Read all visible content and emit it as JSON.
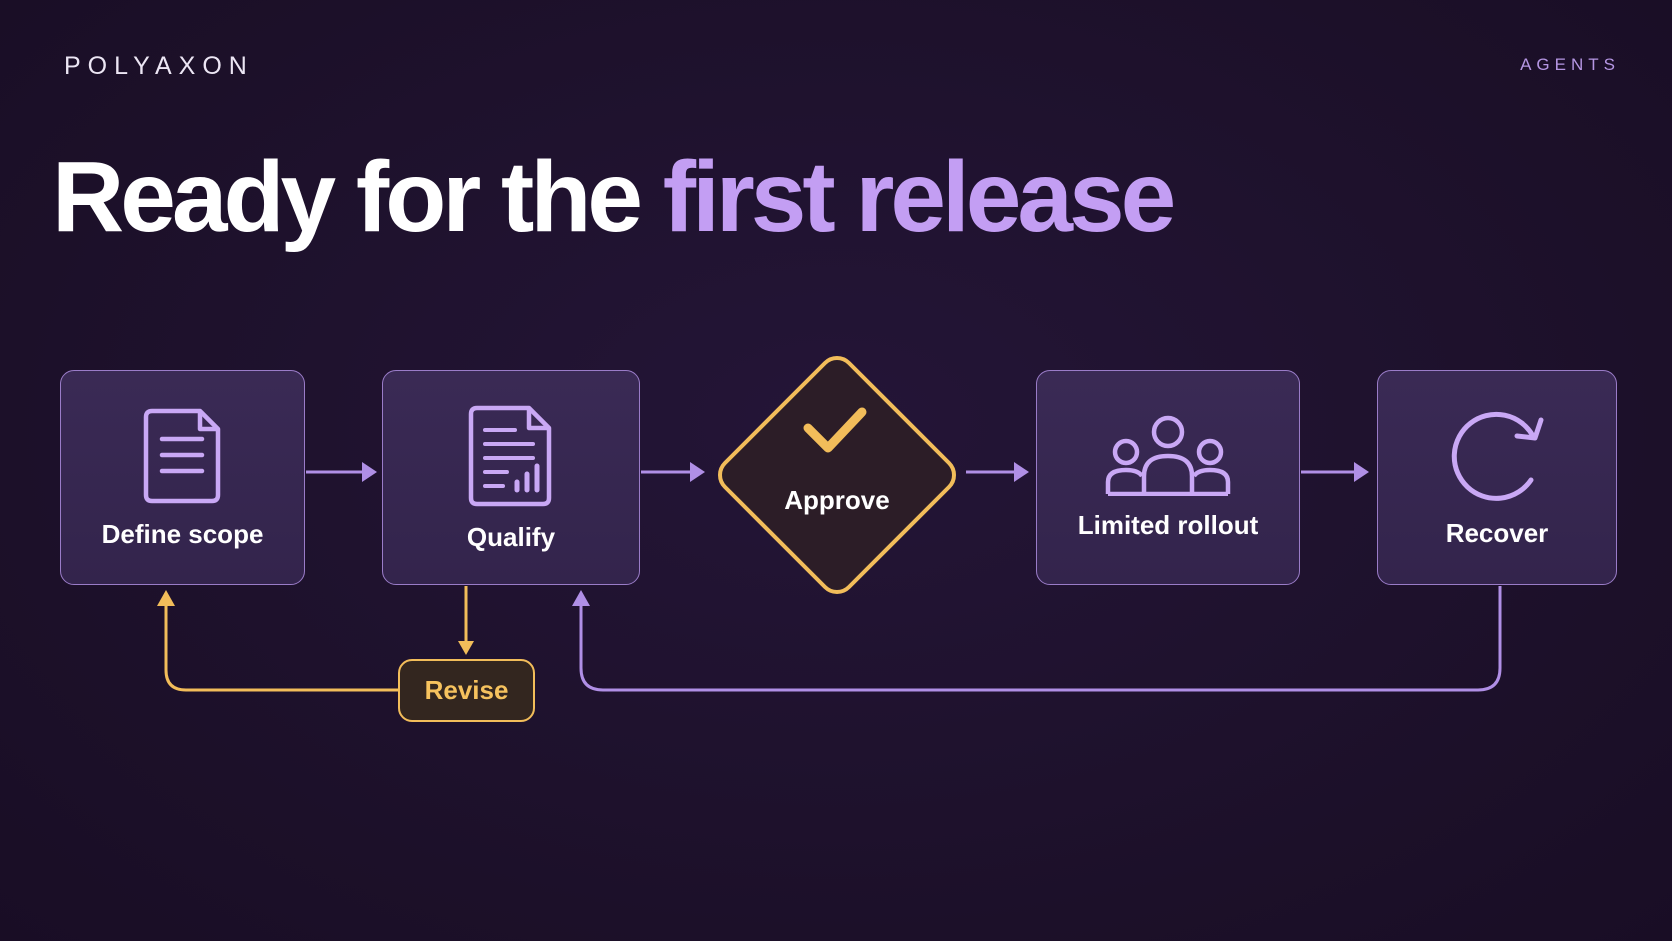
{
  "brand": "POLYAXON",
  "section": "AGENTS",
  "headline": {
    "lead": "Ready for the ",
    "accent": "first release"
  },
  "flow": {
    "define": {
      "label": "Define scope",
      "icon": "document-icon"
    },
    "qualify": {
      "label": "Qualify",
      "icon": "report-chart-icon"
    },
    "approve": {
      "label": "Approve",
      "icon": "checkmark-icon"
    },
    "rollout": {
      "label": "Limited rollout",
      "icon": "users-group-icon"
    },
    "recover": {
      "label": "Recover",
      "icon": "refresh-icon"
    },
    "revise": {
      "label": "Revise"
    }
  },
  "colors": {
    "background": "#1e1130",
    "accent_purple": "#c39ef3",
    "connector_purple": "#b08fe6",
    "decision_gold": "#f2bd5a",
    "node_fill": "#3a2a55",
    "node_border": "#9a7cc8"
  }
}
